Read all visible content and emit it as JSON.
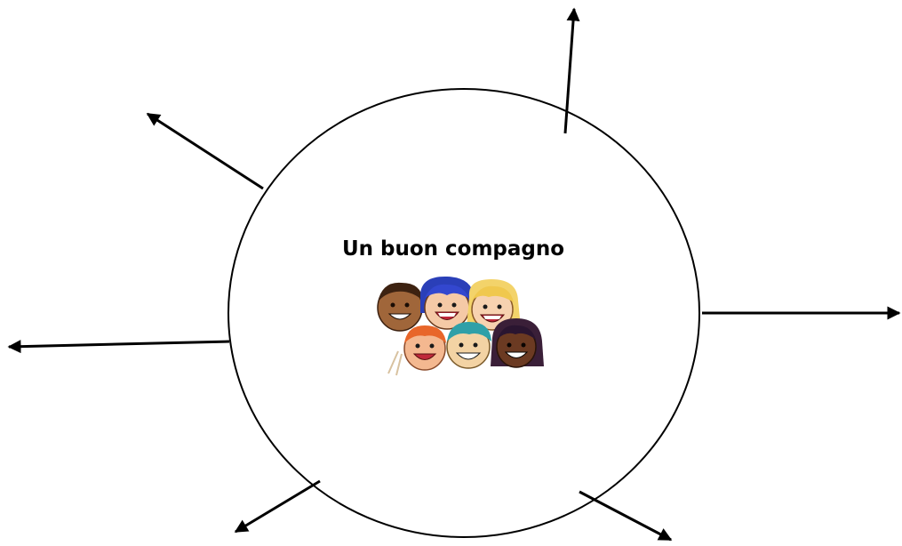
{
  "diagram": {
    "center_label": "Un buon compagno",
    "center_image": "group-of-smiling-children-faces",
    "spoke_count": 6
  },
  "colors": {
    "stroke": "#000000",
    "background": "#ffffff"
  }
}
